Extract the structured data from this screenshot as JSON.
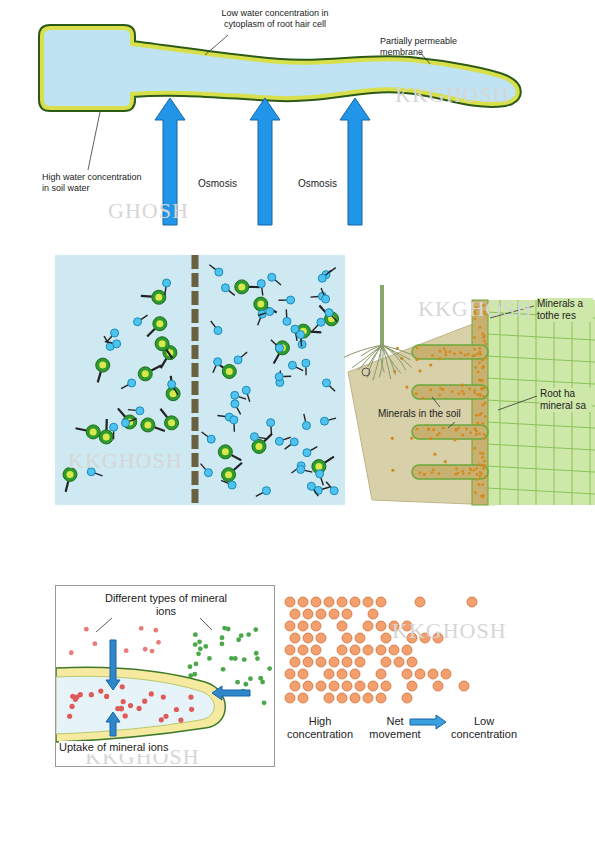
{
  "diagram": {
    "nodes": [
      {
        "text": [
          "Different types of mineral ions",
          "Uptake of mineral ions"
        ]
      }
    ],
    "labels": [
      "Low water concentration in cytoplasm of root hair cell",
      "Partially permeable membrane",
      "High water concentration in soil water",
      "Osmosis",
      "Osmosis",
      "KKGHOSH",
      "GHOSH",
      "KKGHOSH",
      "KKGHOSH",
      "Minerals a tothe res",
      "Minerals in the soil",
      "Root ha mineral sa",
      "KKGHOSH",
      "KKGHOSH",
      "High concentration",
      "Net movement",
      "Low concentration"
    ]
  }
}
